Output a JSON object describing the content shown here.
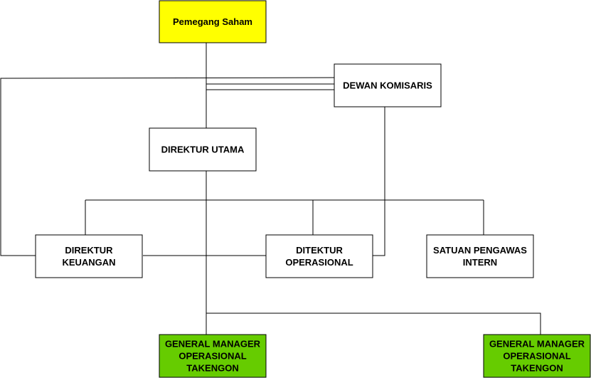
{
  "diagram": {
    "colors": {
      "line": "#000000",
      "box_default": "#ffffff",
      "box_shareholder": "#ffff00",
      "box_gm": "#66cc00",
      "text": "#000000"
    },
    "nodes": [
      {
        "id": "pemegang-saham",
        "lines": [
          "Pemegang Saham"
        ],
        "fill": "box_shareholder"
      },
      {
        "id": "dewan-komisaris",
        "lines": [
          "DEWAN KOMISARIS"
        ],
        "fill": "box_default"
      },
      {
        "id": "direktur-utama",
        "lines": [
          "DIREKTUR UTAMA"
        ],
        "fill": "box_default"
      },
      {
        "id": "direktur-keuangan",
        "lines": [
          "DIREKTUR",
          "KEUANGAN"
        ],
        "fill": "box_default"
      },
      {
        "id": "ditektur-operasional",
        "lines": [
          "DITEKTUR",
          "OPERASIONAL"
        ],
        "fill": "box_default"
      },
      {
        "id": "satuan-pengawas-intern",
        "lines": [
          "SATUAN PENGAWAS",
          "INTERN"
        ],
        "fill": "box_default"
      },
      {
        "id": "gm-operasional-takengon-1",
        "lines": [
          "GENERAL MANAGER",
          "OPERASIONAL",
          "TAKENGON"
        ],
        "fill": "box_gm"
      },
      {
        "id": "gm-operasional-takengon-2",
        "lines": [
          "GENERAL MANAGER",
          "OPERASIONAL",
          "TAKENGON"
        ],
        "fill": "box_gm"
      }
    ]
  }
}
